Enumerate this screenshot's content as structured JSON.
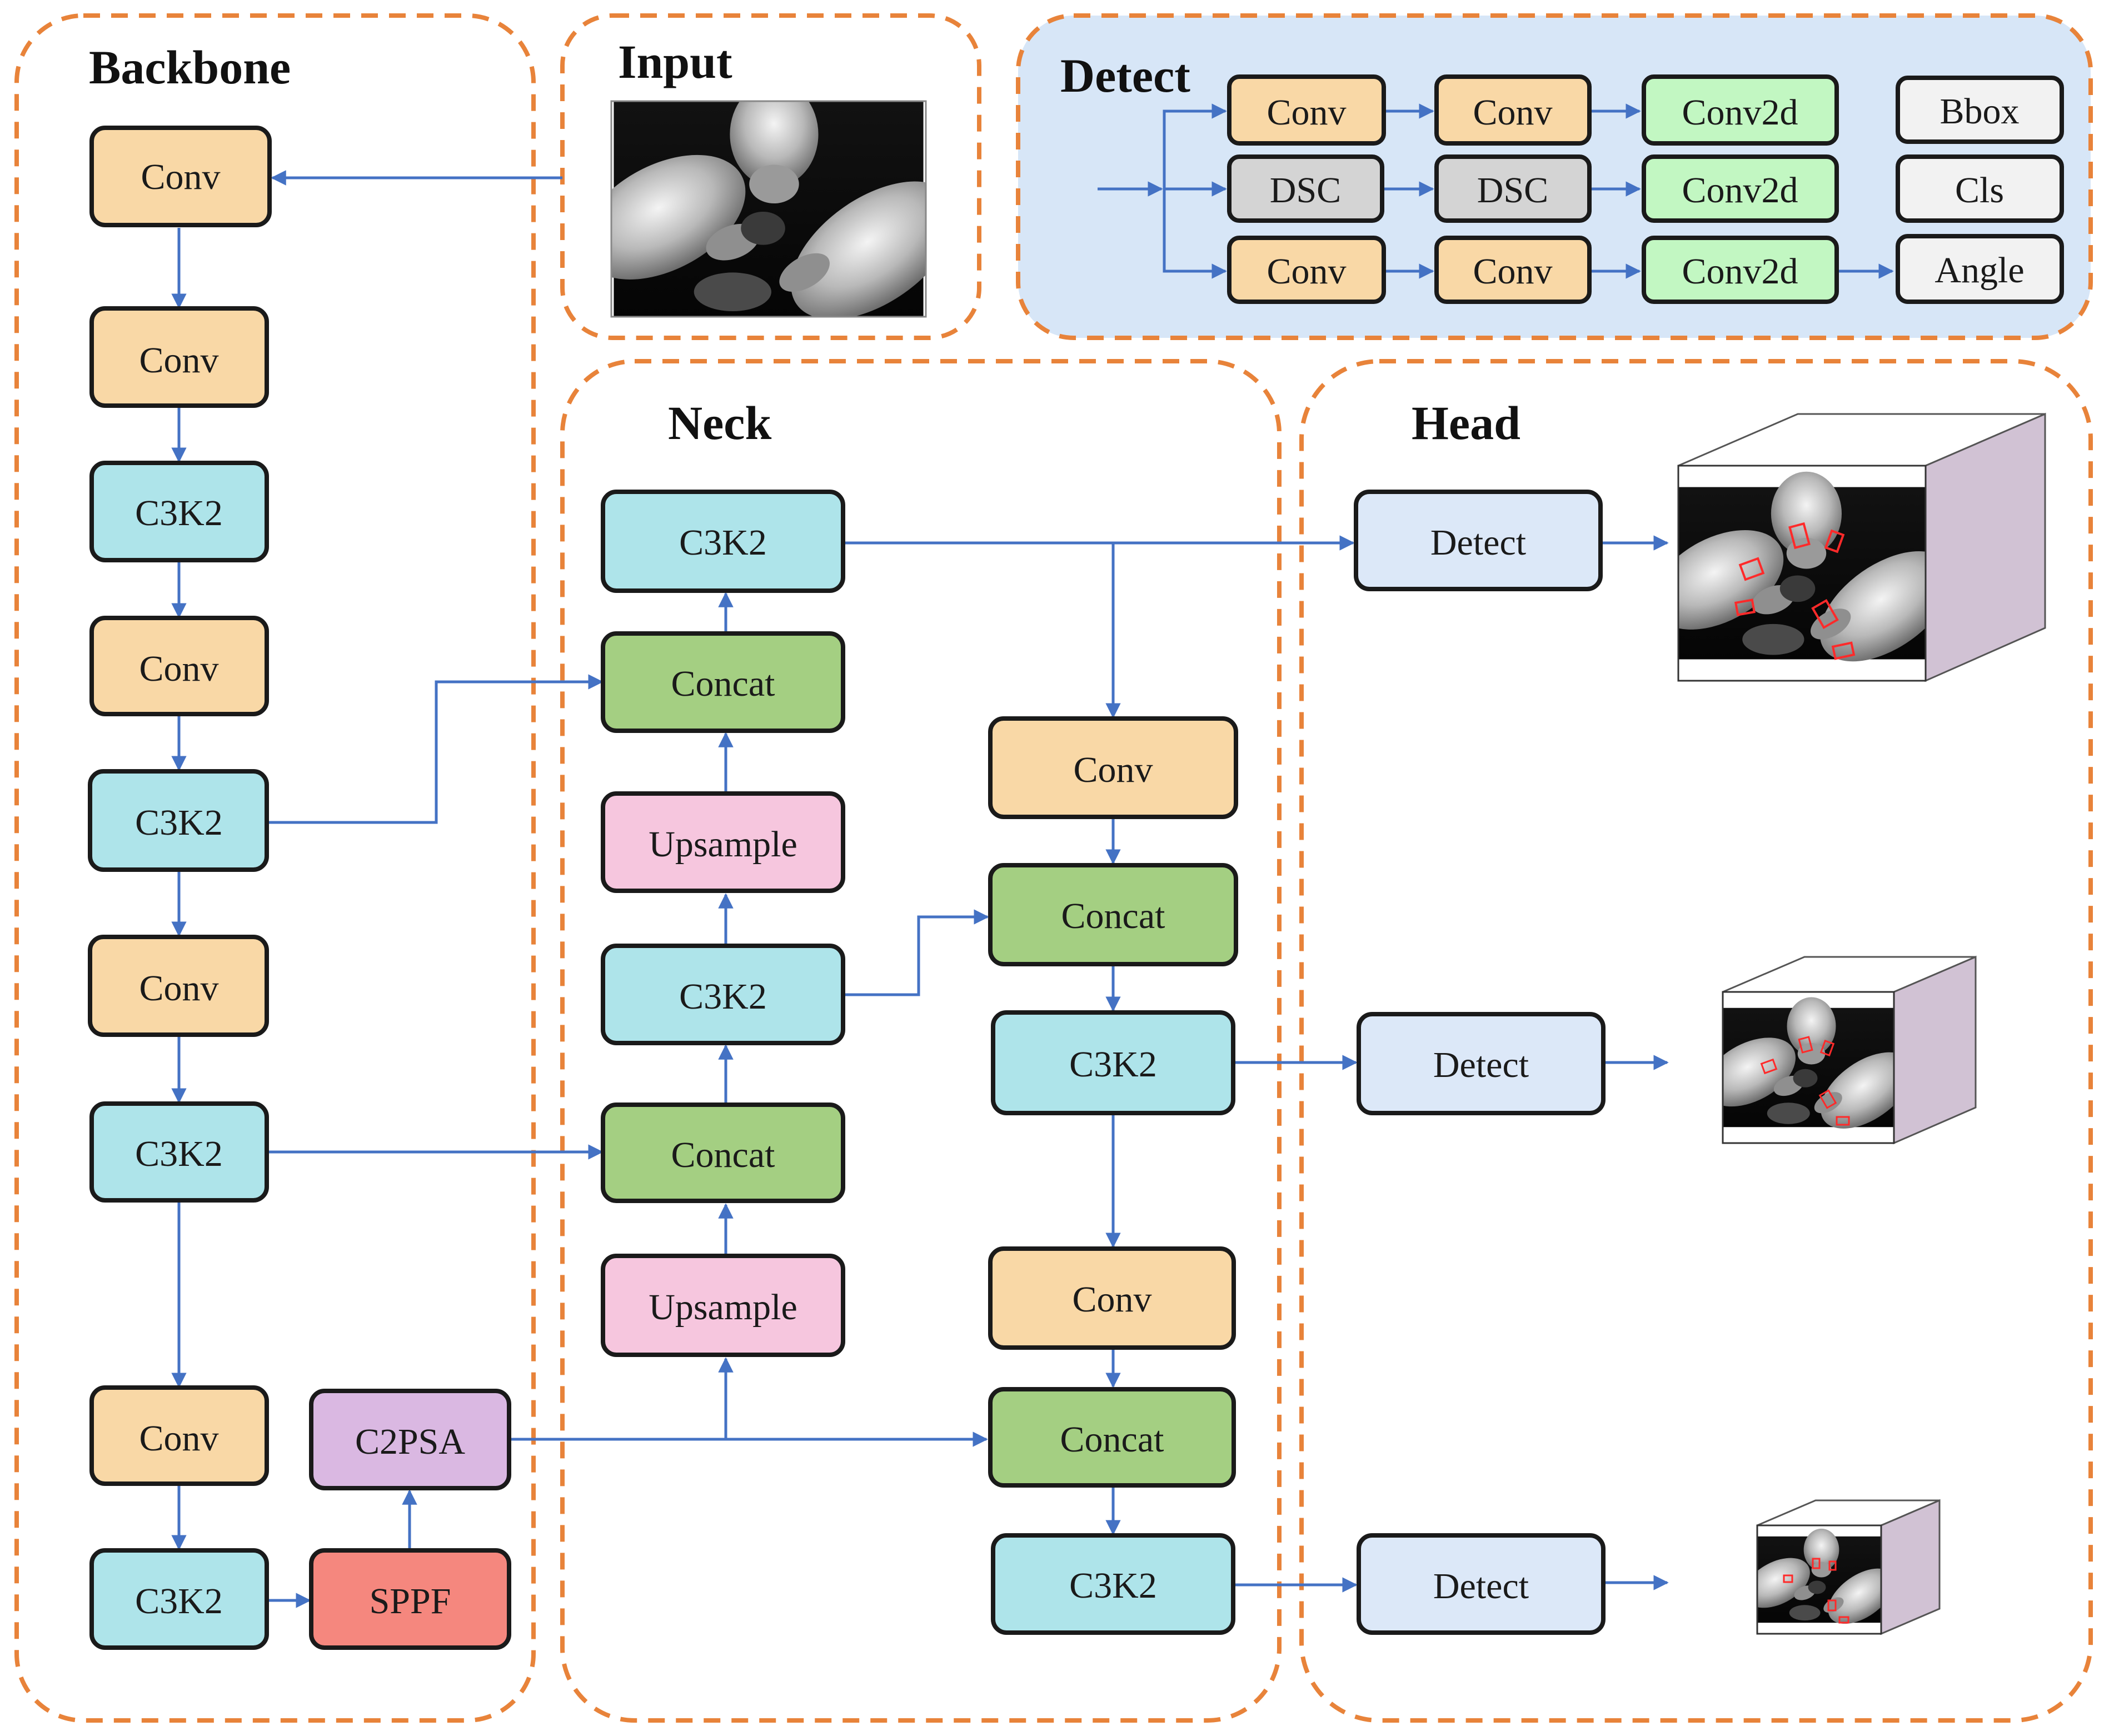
{
  "colors": {
    "conv": "#f9d8a6",
    "c3k2": "#aee4ea",
    "concat": "#a4cf82",
    "upsample": "#f6c6de",
    "c2psa": "#dab8e2",
    "sppf": "#f5877e",
    "detect_head": "#dce8f8",
    "dsc": "#d4d4d4",
    "conv2d": "#c2f7c2",
    "output": "#f2f2f2",
    "detect_panel": "#d7e6f7",
    "region_border": "#e8833a",
    "arrow": "#4472c4",
    "cube_side": "#d1c2d4"
  },
  "regions": {
    "backbone": "Backbone",
    "input": "Input",
    "detect": "Detect",
    "neck": "Neck",
    "head": "Head"
  },
  "backbone": {
    "conv1": "Conv",
    "conv2": "Conv",
    "c3k2_1": "C3K2",
    "conv3": "Conv",
    "c3k2_2": "C3K2",
    "conv4": "Conv",
    "c3k2_3": "C3K2",
    "conv5": "Conv",
    "c3k2_4": "C3K2",
    "sppf": "SPPF",
    "c2psa": "C2PSA"
  },
  "neck": {
    "c3k2_top": "C3K2",
    "concat_1": "Concat",
    "upsample_1": "Upsample",
    "c3k2_mid": "C3K2",
    "concat_2": "Concat",
    "upsample_2": "Upsample",
    "conv_r1": "Conv",
    "concat_r1": "Concat",
    "c3k2_r1": "C3K2",
    "conv_r2": "Conv",
    "concat_r2": "Concat",
    "c3k2_r2": "C3K2"
  },
  "head": {
    "detect_1": "Detect",
    "detect_2": "Detect",
    "detect_3": "Detect"
  },
  "detect_module": {
    "row1": [
      "Conv",
      "Conv",
      "Conv2d"
    ],
    "row2": [
      "DSC",
      "DSC",
      "Conv2d"
    ],
    "row3": [
      "Conv",
      "Conv",
      "Conv2d"
    ],
    "outputs": [
      "Bbox",
      "Cls",
      "Angle"
    ]
  }
}
